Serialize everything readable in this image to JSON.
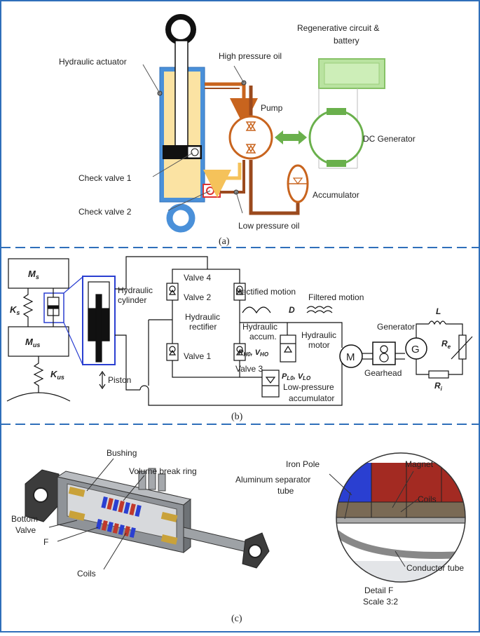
{
  "panel_a": {
    "caption": "(a)",
    "labels": {
      "regen_line1": "Regenerative circuit &",
      "regen_line2": "battery",
      "high_pressure": "High pressure oil",
      "actuator": "Hydraulic actuator",
      "pump": "Pump",
      "dc_generator": "DC Generator",
      "check_valve_1": "Check valve 1",
      "accumulator": "Accumulator",
      "check_valve_2": "Check valve 2",
      "low_pressure": "Low pressure oil"
    },
    "colors": {
      "frame": "#2f6fba",
      "oil": "#fbe3a3",
      "cylinder": "#4a90d9",
      "pipe": "#9b4a1e",
      "generator": "#6ab04c",
      "battery": "#b9e3a0"
    }
  },
  "panel_b": {
    "caption": "(b)",
    "labels": {
      "ms": "M",
      "ms_sub": "s",
      "ks": "K",
      "ks_sub": "s",
      "mus": "M",
      "mus_sub": "us",
      "kus": "K",
      "kus_sub": "us",
      "hyd_cyl_1": "Hydraulic",
      "hyd_cyl_2": "cylinder",
      "piston": "Piston",
      "valve4": "Valve 4",
      "valve2": "Valve 2",
      "rectifier_1": "Hydraulic",
      "rectifier_2": "rectifier",
      "valve1": "Valve 1",
      "valve3": "Valve 3",
      "rectified": "Rectified motion",
      "filtered": "Filtered motion",
      "d": "D",
      "accum_1": "Hydraulic",
      "accum_2": "accum.",
      "ph0": "P",
      "ph0_sub": "H0",
      "vho": "V",
      "vho_sub": "HO",
      "hmotor_1": "Hydraulic",
      "hmotor_2": "motor",
      "pl0": "P",
      "pl0_sub": "L0",
      "vlo": "V",
      "vlo_sub": "LO",
      "lp_accum_1": "Low-pressure",
      "lp_accum_2": "accumulator",
      "motor_m": "M",
      "generator": "Generator",
      "gen_g": "G",
      "gearhead": "Gearhead",
      "l": "L",
      "re": "R",
      "re_sub": "e",
      "ri": "R",
      "ri_sub": "i"
    }
  },
  "panel_c": {
    "caption": "(c)",
    "labels": {
      "bushing": "Bushing",
      "volume_break": "Volume break ring",
      "bottom_valve_1": "Bottom",
      "bottom_valve_2": "Valve",
      "f": "F",
      "coils": "Coils",
      "iron_pole": "Iron Pole",
      "magnet": "Magnet",
      "aluminum_1": "Aluminum separator",
      "aluminum_2": "tube",
      "coils_detail": "Coils",
      "conductor": "Conductor tube",
      "detail_1": "Detail F",
      "detail_2": "Scale 3:2"
    }
  }
}
